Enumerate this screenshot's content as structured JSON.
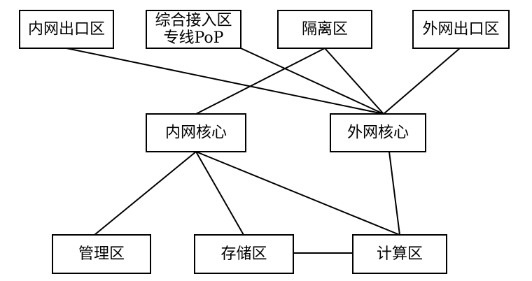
{
  "diagram": {
    "stroke_color": "#000000",
    "fill_color": "#ffffff",
    "nodes": [
      {
        "id": "inner-exit",
        "lines": [
          "内网出口区"
        ]
      },
      {
        "id": "access",
        "lines": [
          "综合接入区",
          "专线PoP"
        ]
      },
      {
        "id": "isolation",
        "lines": [
          "隔离区"
        ]
      },
      {
        "id": "outer-exit",
        "lines": [
          "外网出口区"
        ]
      },
      {
        "id": "inner-core",
        "lines": [
          "内网核心"
        ]
      },
      {
        "id": "outer-core",
        "lines": [
          "外网核心"
        ]
      },
      {
        "id": "management",
        "lines": [
          "管理区"
        ]
      },
      {
        "id": "storage",
        "lines": [
          "存储区"
        ]
      },
      {
        "id": "compute",
        "lines": [
          "计算区"
        ]
      }
    ],
    "edges": [
      [
        "inner-exit",
        "outer-core"
      ],
      [
        "access",
        "outer-core"
      ],
      [
        "isolation",
        "inner-core"
      ],
      [
        "isolation",
        "outer-core"
      ],
      [
        "outer-exit",
        "outer-core"
      ],
      [
        "inner-core",
        "management"
      ],
      [
        "inner-core",
        "storage"
      ],
      [
        "inner-core",
        "compute"
      ],
      [
        "outer-core",
        "compute"
      ],
      [
        "storage",
        "compute"
      ]
    ]
  }
}
